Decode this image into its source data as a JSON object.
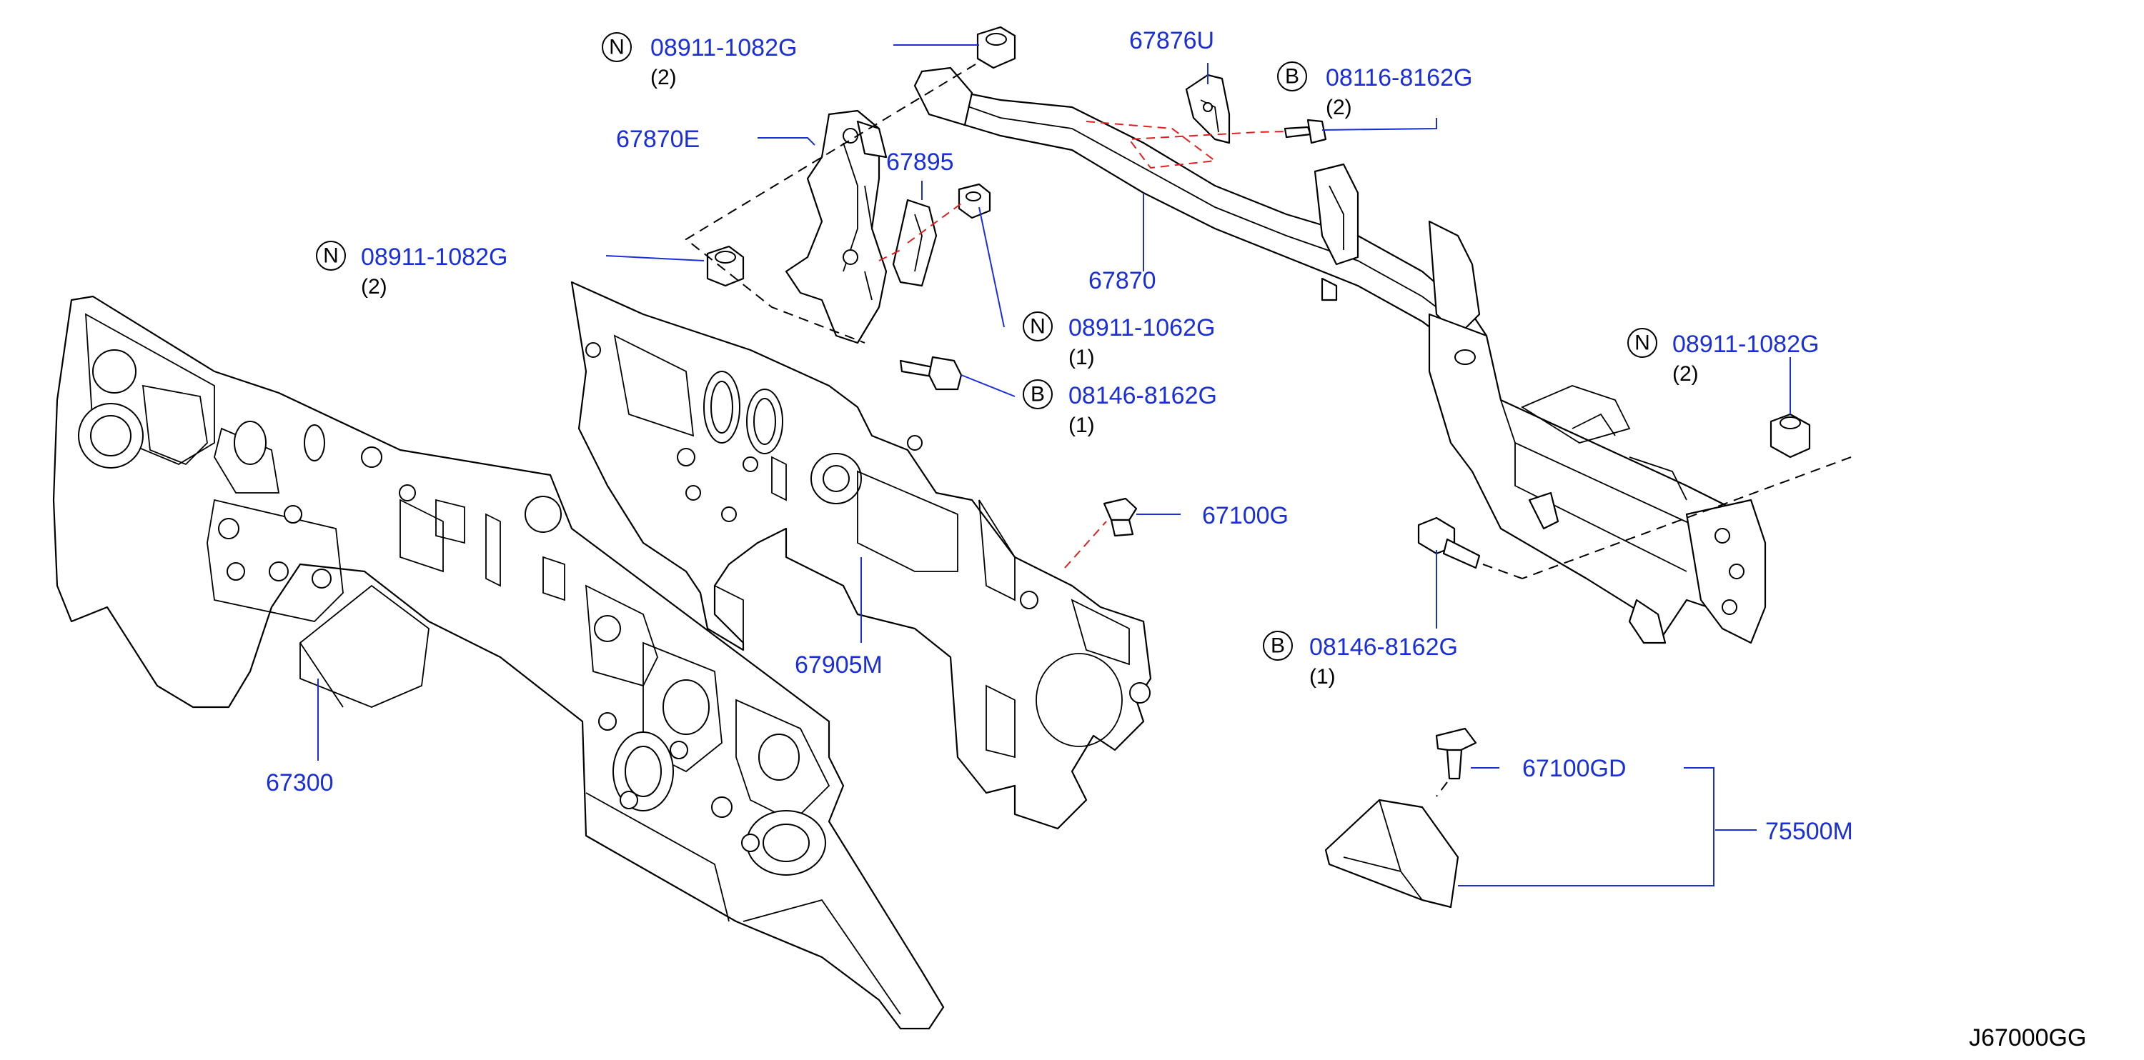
{
  "diagram_id": "J67000GG",
  "callouts": [
    {
      "prefix": "N",
      "part_no": "08911-1082G",
      "qty": "(2)"
    },
    {
      "prefix": "",
      "part_no": "67876U",
      "qty": ""
    },
    {
      "prefix": "B",
      "part_no": "08116-8162G",
      "qty": "(2)"
    },
    {
      "prefix": "",
      "part_no": "67870E",
      "qty": ""
    },
    {
      "prefix": "",
      "part_no": "67895",
      "qty": ""
    },
    {
      "prefix": "N",
      "part_no": "08911-1082G",
      "qty": "(2)"
    },
    {
      "prefix": "",
      "part_no": "67870",
      "qty": ""
    },
    {
      "prefix": "N",
      "part_no": "08911-1062G",
      "qty": "(1)"
    },
    {
      "prefix": "N",
      "part_no": "08911-1082G",
      "qty": "(2)"
    },
    {
      "prefix": "B",
      "part_no": "08146-8162G",
      "qty": "(1)"
    },
    {
      "prefix": "",
      "part_no": "67100G",
      "qty": ""
    },
    {
      "prefix": "B",
      "part_no": "08146-8162G",
      "qty": "(1)"
    },
    {
      "prefix": "",
      "part_no": "67905M",
      "qty": ""
    },
    {
      "prefix": "",
      "part_no": "67300",
      "qty": ""
    },
    {
      "prefix": "",
      "part_no": "67100GD",
      "qty": ""
    },
    {
      "prefix": "",
      "part_no": "75500M",
      "qty": ""
    }
  ]
}
